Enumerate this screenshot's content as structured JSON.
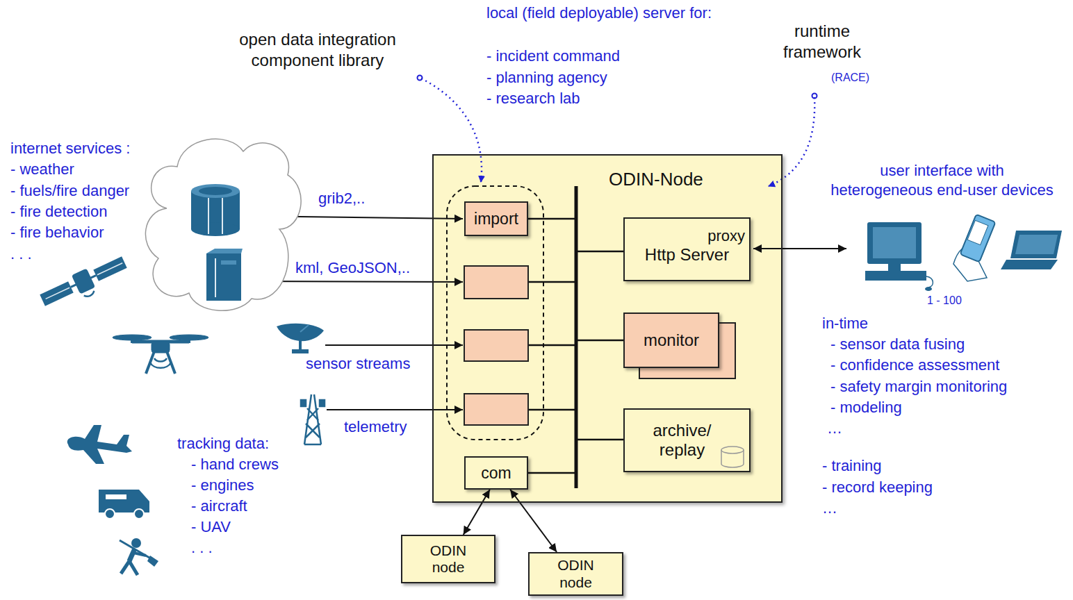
{
  "diagram": {
    "nodes": [
      {
        "text": [
          "ODIN-Node"
        ]
      },
      {
        "text": [
          "import"
        ],
        "in": 0
      },
      {
        "text": [
          "proxy",
          "Http Server"
        ],
        "in": 0
      },
      {
        "text": [
          "monitor"
        ],
        "in": 0
      },
      {
        "text": [
          "archive/ replay"
        ],
        "in": 0
      },
      {
        "text": [
          "com"
        ],
        "in": 0
      },
      {
        "text": [
          "ODIN node"
        ]
      },
      {
        "text": [
          "ODIN node"
        ]
      }
    ],
    "edges": [
      {
        "from": 5,
        "to": 6,
        "arrow": "both"
      },
      {
        "from": 5,
        "to": 7,
        "arrow": "both"
      }
    ],
    "labels": [
      "open data integration component library",
      "local (field deployable) server for:",
      "- incident command",
      "- planning agency",
      "- research lab",
      "runtime framework",
      "(RACE)",
      "internet services :",
      "- weather",
      "- fuels/fire danger",
      "- fire detection",
      "- fire behavior",
      ". . .",
      "grib2,..",
      "kml, GeoJSON,..",
      "sensor streams",
      "telemetry",
      "tracking data:",
      "- hand crews",
      "- engines",
      "- aircraft",
      "- UAV",
      ". . .",
      "user interface with heterogeneous end-user devices",
      "1 - 100",
      "in-time",
      "- sensor data fusing",
      "- confidence assessment",
      "- safety margin monitoring",
      "- modeling",
      "…",
      "- training",
      "- record keeping",
      "…"
    ]
  }
}
